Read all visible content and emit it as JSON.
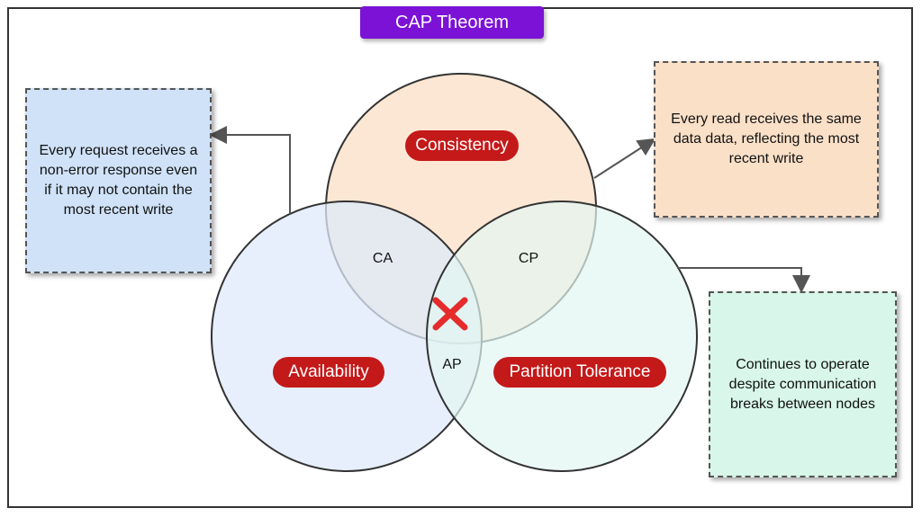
{
  "title": "CAP Theorem",
  "circles": {
    "consistency": {
      "label": "Consistency",
      "fill": "#fbe3cc"
    },
    "availability": {
      "label": "Availability",
      "fill": "#ddeafa"
    },
    "partition": {
      "label": "Partition Tolerance",
      "fill": "#e2f7f2"
    }
  },
  "intersections": {
    "ca": "CA",
    "cp": "CP",
    "ap": "AP"
  },
  "notes": {
    "availability": "Every request receives a non-error response even if it may not contain the most recent write",
    "consistency": "Every read receives the same data data, reflecting the most recent write",
    "partition": "Continues to operate despite communication breaks between nodes"
  },
  "colors": {
    "label_pill": "#c41919",
    "title_badge": "#7b12d6",
    "cross": "#e52b2b"
  },
  "icons": {
    "center": "cross-icon"
  }
}
